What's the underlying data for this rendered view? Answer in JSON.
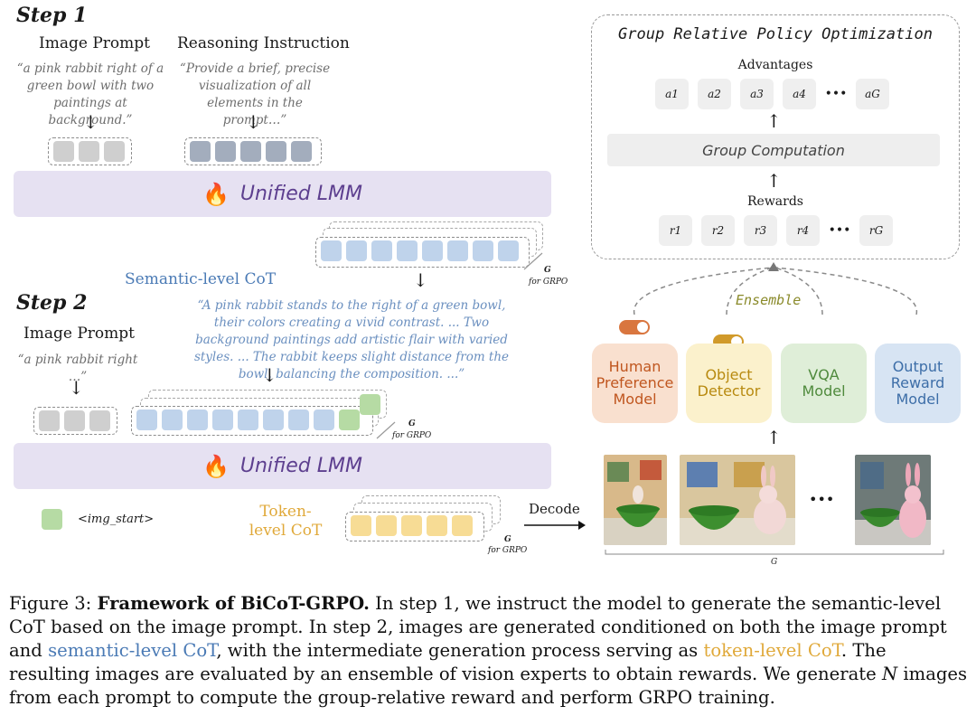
{
  "step1": {
    "title": "Step 1",
    "image_prompt_header": "Image Prompt",
    "image_prompt_quote": "“a pink rabbit right of a green bowl with two paintings at background.”",
    "reasoning_header": "Reasoning Instruction",
    "reasoning_quote": "“Provide a brief, precise visualization of all elements in the prompt…”",
    "lmm_label": "Unified LMM",
    "semantic_label": "Semantic-level CoT",
    "g_label": "G",
    "grpo_label": "for GRPO"
  },
  "step2": {
    "title": "Step 2",
    "image_prompt_header": "Image Prompt",
    "image_prompt_quote": "“a pink rabbit right …”",
    "cot_quote": "“A pink rabbit stands to the right of a green bowl, their colors creating a vivid contrast. ... Two background paintings add artistic flair with varied styles. ... The rabbit keeps slight distance from the bowl, balancing the composition. ...”",
    "lmm_label": "Unified LMM",
    "legend_label": "<img_start>",
    "token_label": "Token-level CoT",
    "decode_label": "Decode",
    "g_label": "G",
    "grpo_label": "for GRPO"
  },
  "grpo": {
    "title": "Group Relative Policy Optimization",
    "advantages_label": "Advantages",
    "advantages": [
      "a1",
      "a2",
      "a3",
      "a4",
      "•••",
      "aG"
    ],
    "group_computation": "Group Computation",
    "rewards_label": "Rewards",
    "rewards": [
      "r1",
      "r2",
      "r3",
      "r4",
      "•••",
      "rG"
    ],
    "ensemble_label": "Ensemble"
  },
  "models": [
    {
      "label": "Human Preference Model",
      "bg": "#f9e0cf",
      "fg": "#c0561f",
      "toggle": "#d9763f"
    },
    {
      "label": "Object Detector",
      "bg": "#fbf1cc",
      "fg": "#b88a10",
      "toggle": "#d19a2a"
    },
    {
      "label": "VQA Model",
      "bg": "#dfeed8",
      "fg": "#4f8a3c",
      "toggle": "#5f9a47"
    },
    {
      "label": "Output Reward Model",
      "bg": "#d7e4f3",
      "fg": "#3d6ea8",
      "toggle": "#3f6fb5"
    }
  ],
  "images": {
    "ellipsis": "•••",
    "g_label": "G"
  },
  "caption": {
    "fig": "Figure 3:",
    "bold": "Framework of BiCoT-GRPO.",
    "p1": "In step 1, we instruct the model to generate the semantic-level CoT based on the image prompt. In step 2, images are generated conditioned on both the image prompt and",
    "semantic": "semantic-level CoT",
    "p2": ", with the intermediate generation process serving as",
    "token": "token-level CoT",
    "p3": ". The resulting images are evaluated by an ensemble of vision experts to obtain rewards. We generate",
    "n": "N",
    "p4": "images from each prompt to compute the group-relative reward and perform GRPO training."
  },
  "colors": {
    "semantic": "#4a7ab5",
    "token": "#e0a93a",
    "lmm_bg": "#e6e1f2",
    "lmm_text": "#5d3f8f"
  }
}
